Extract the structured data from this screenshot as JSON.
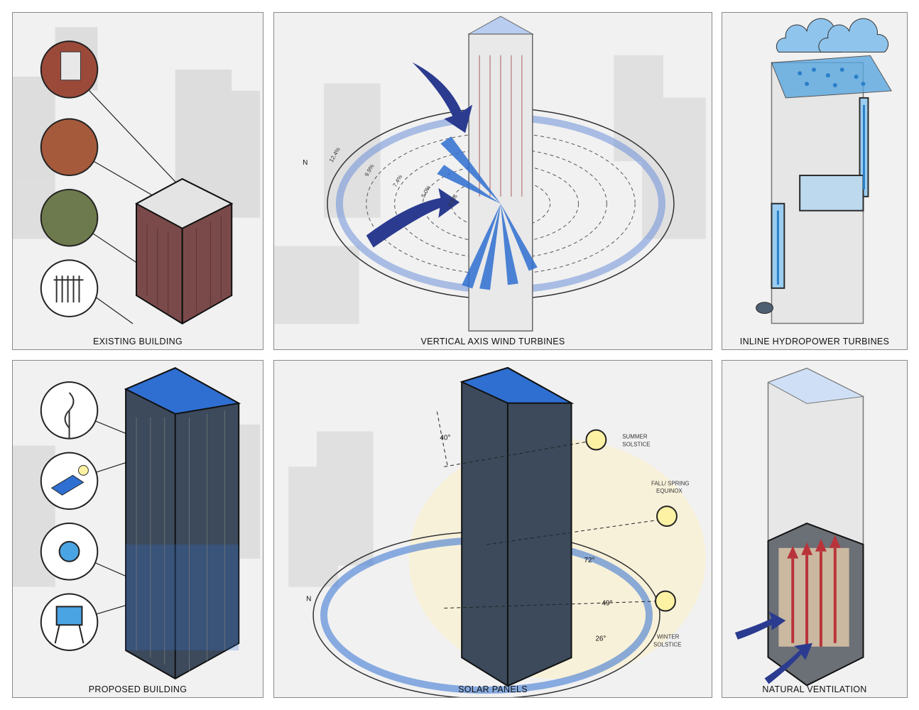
{
  "panels": {
    "existing": {
      "caption": "EXISTING BUILDING"
    },
    "wind": {
      "caption": "VERTICAL AXIS WIND TURBINES",
      "north": "N",
      "rings": [
        "12.4%",
        "9.9%",
        "7.4%",
        "5.0%",
        "2.5%"
      ]
    },
    "hydro": {
      "caption": "INLINE HYDROPOWER TURBINES"
    },
    "proposed": {
      "caption": "PROPOSED BUILDING"
    },
    "solar": {
      "caption": "SOLAR PANELS",
      "north": "N",
      "summer": [
        "SUMMER",
        "SOLSTICE"
      ],
      "equinox": [
        "FALL/ SPRING",
        "EQUINOX"
      ],
      "winter": [
        "WINTER",
        "SOLSTICE"
      ],
      "angles": {
        "a40": "40°",
        "a72": "72°",
        "a49": "49°",
        "a26": "26°"
      }
    },
    "ventilation": {
      "caption": "NATURAL VENTILATION"
    }
  },
  "colors": {
    "accent_blue": "#2f6fd1",
    "brick": "#8a5a58",
    "arrow_red": "#b9343a",
    "arrow_navy": "#2b3b8f"
  }
}
